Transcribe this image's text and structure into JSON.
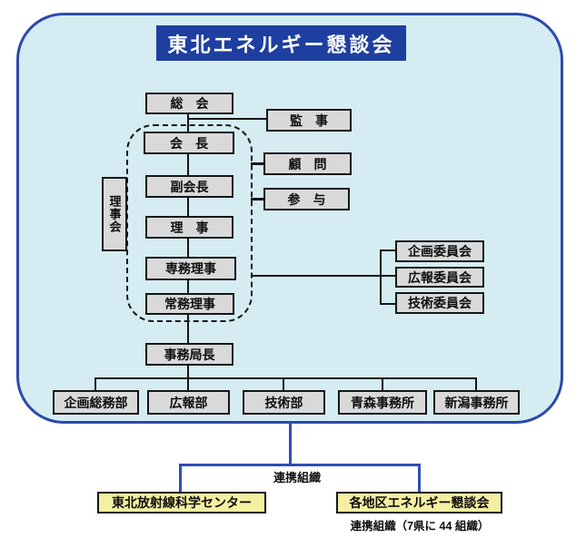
{
  "title": "東北エネルギー懇談会",
  "nodes": {
    "general_meeting": "総　会",
    "auditor": "監　事",
    "board_council": "理事会",
    "chairman": "会　長",
    "vice_chairman": "副会長",
    "director": "理　事",
    "executive_director": "専務理事",
    "managing_director": "常務理事",
    "advisor": "顧　問",
    "counselor": "参　与",
    "secretary_general": "事務局長"
  },
  "committees": [
    "企画委員会",
    "広報委員会",
    "技術委員会"
  ],
  "departments": [
    "企画総務部",
    "広報部",
    "技術部",
    "青森事務所",
    "新潟事務所"
  ],
  "affiliates": {
    "label": "連携組織",
    "radiation_center": "東北放射線科学センター",
    "regional_councils": "各地区エネルギー懇談会",
    "regional_councils_note": "連携組織（7県に 44 組織）"
  },
  "colors": {
    "panel_bg": "#d5ecf2",
    "panel_border": "#2b4aad",
    "title_bg": "#1e3f9f",
    "title_text": "#ffffff",
    "box_bg": "#d9d9d9",
    "box_border": "#161616",
    "affiliate_box_bg": "#f5efa2",
    "blue_line": "#2f4db5",
    "black_line": "#161616"
  }
}
